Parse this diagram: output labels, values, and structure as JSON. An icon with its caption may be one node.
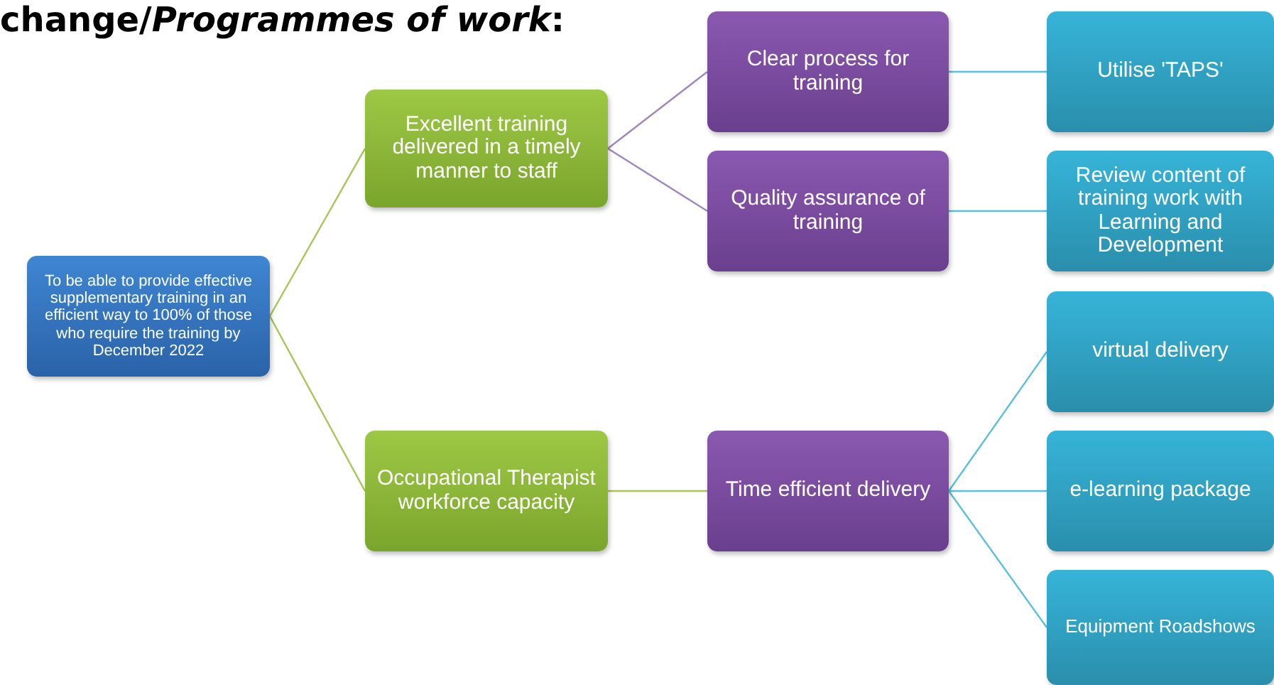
{
  "diagram": {
    "title": "change/*Programmes of work*:",
    "nodes": [
      {
        "text": [
          "To be able to provide effective supplementary training in an efficient way to 100% of those who require the training by December 2022"
        ]
      },
      {
        "text": [
          "Excellent training delivered in a timely manner to staff"
        ]
      },
      {
        "text": [
          "Occupational Therapist workforce capacity"
        ]
      },
      {
        "text": [
          "Clear process for training"
        ]
      },
      {
        "text": [
          "Quality assurance of training"
        ]
      },
      {
        "text": [
          "Time efficient delivery"
        ]
      },
      {
        "text": [
          "Utilise 'TAPS'"
        ]
      },
      {
        "text": [
          "Review content of training work with Learning and Development"
        ]
      },
      {
        "text": [
          "virtual delivery"
        ]
      },
      {
        "text": [
          "e-learning package"
        ]
      },
      {
        "text": [
          "Equipment Roadshows"
        ]
      }
    ],
    "edges": [
      {
        "from": 0,
        "to": 1,
        "arrow": "none",
        "color": "#a9c45a"
      },
      {
        "from": 0,
        "to": 2,
        "arrow": "none",
        "color": "#a9c45a"
      },
      {
        "from": 1,
        "to": 3,
        "arrow": "none",
        "color": "#9f86bd"
      },
      {
        "from": 1,
        "to": 4,
        "arrow": "none",
        "color": "#9f86bd"
      },
      {
        "from": 2,
        "to": 5,
        "arrow": "none",
        "color": "#a9c45a"
      },
      {
        "from": 3,
        "to": 6,
        "arrow": "none"
      },
      {
        "from": 4,
        "to": 7,
        "arrow": "none"
      },
      {
        "from": 5,
        "to": 8,
        "arrow": "none"
      },
      {
        "from": 5,
        "to": 9,
        "arrow": "none"
      },
      {
        "from": 5,
        "to": 10,
        "arrow": "none"
      }
    ]
  }
}
